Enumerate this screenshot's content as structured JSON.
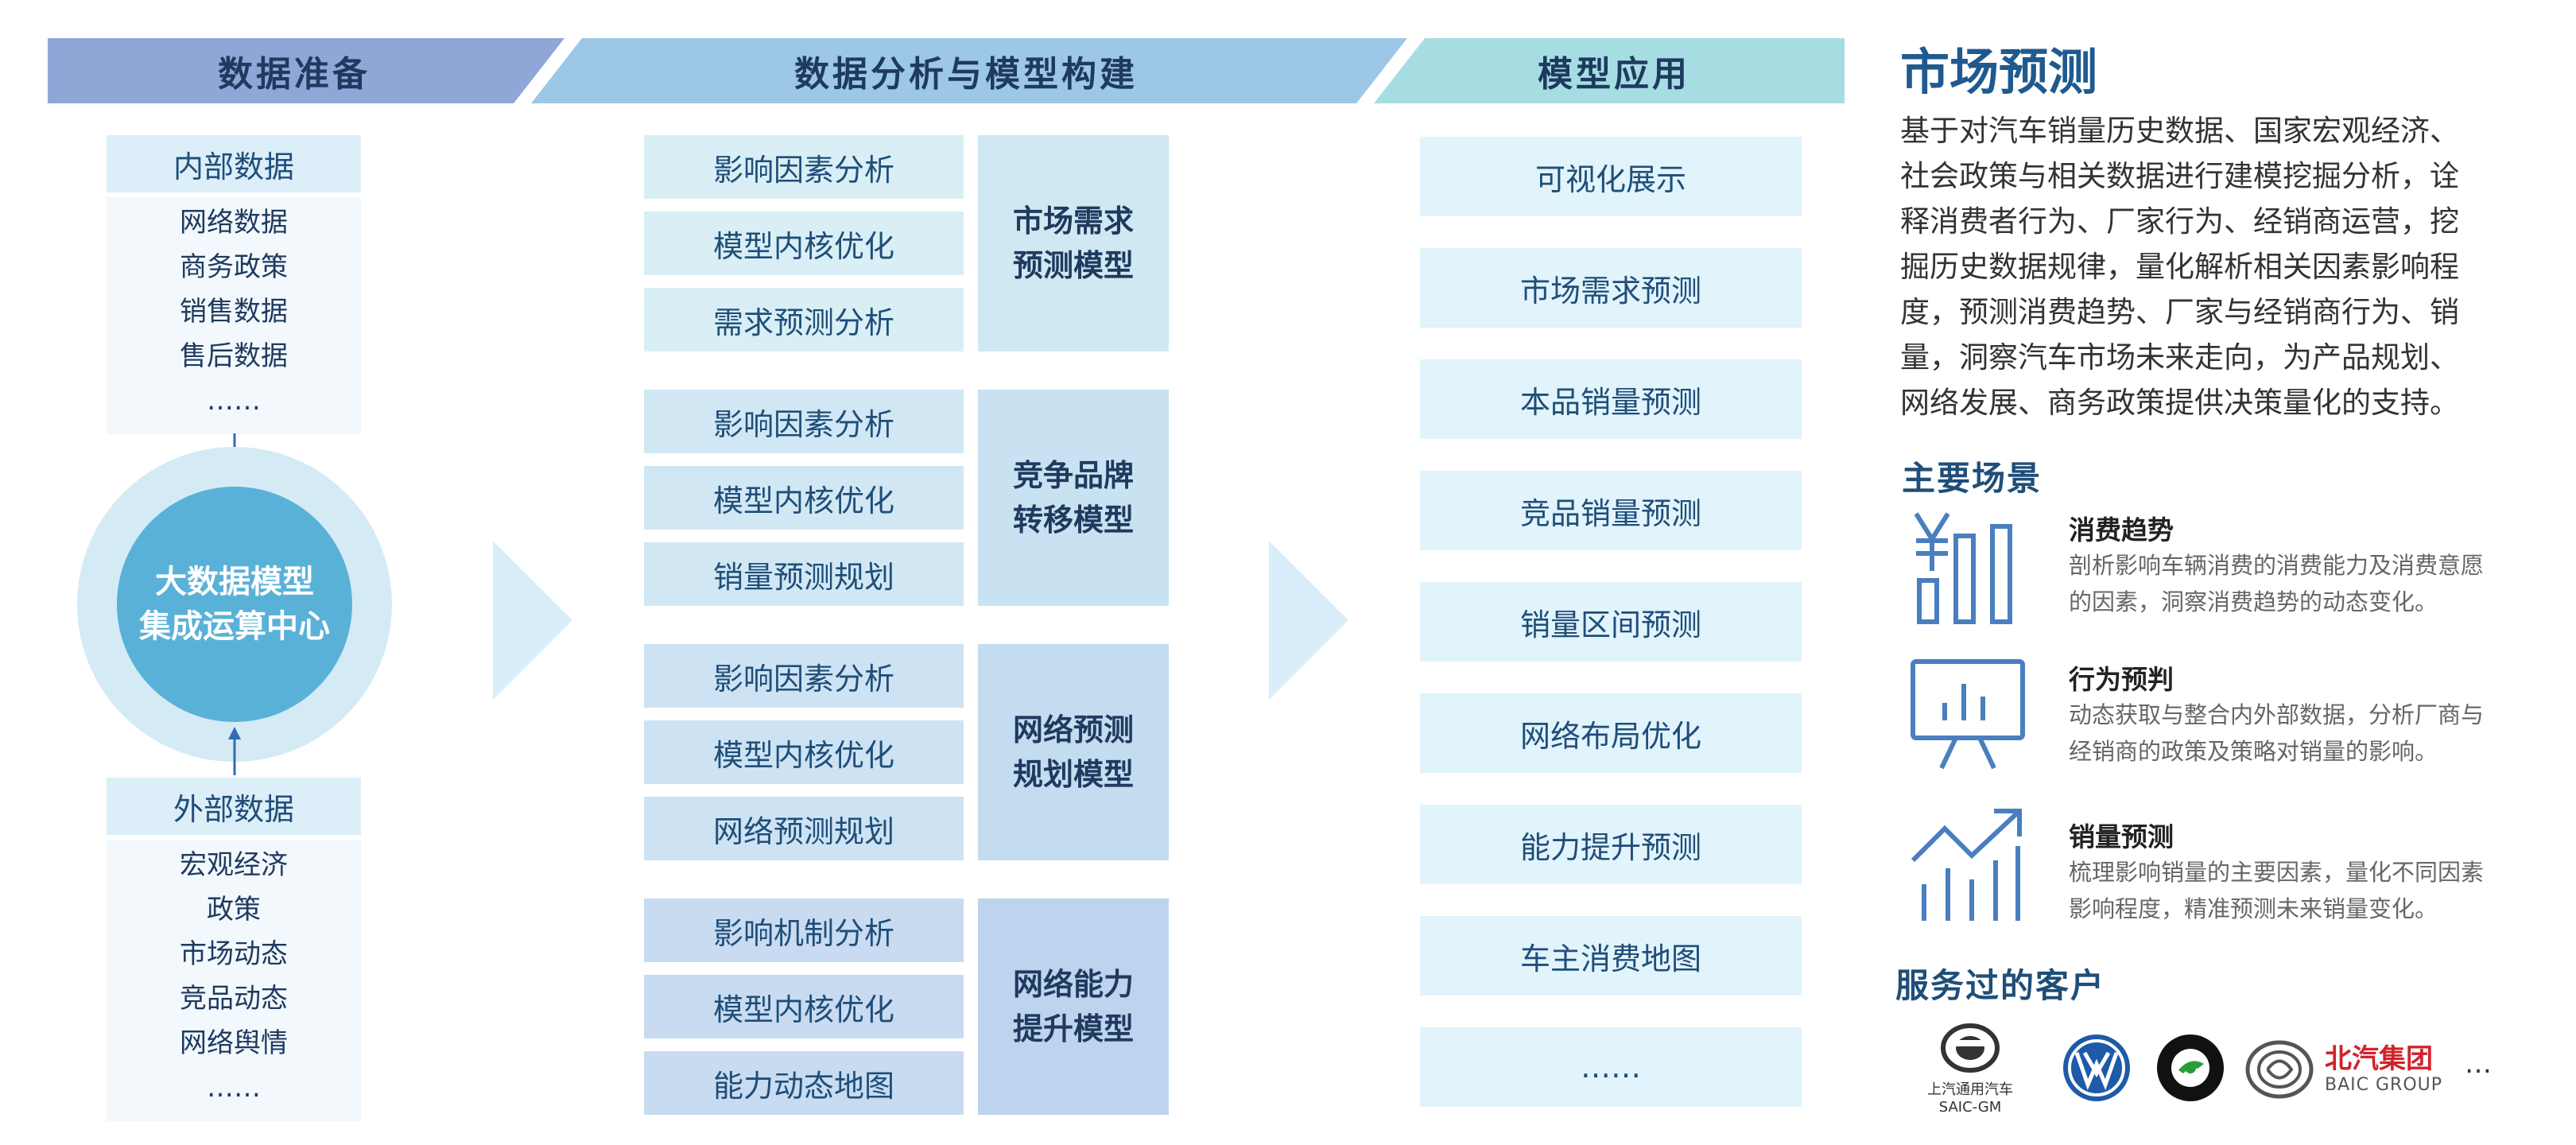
{
  "headers": {
    "prep": "数据准备",
    "analysis": "数据分析与模型构建",
    "application": "模型应用"
  },
  "data_prep": {
    "internal_title": "内部数据",
    "internal_items": [
      "网络数据",
      "商务政策",
      "销售数据",
      "售后数据",
      "……"
    ],
    "center": [
      "大数据模型",
      "集成运算中心"
    ],
    "external_title": "外部数据",
    "external_items": [
      "宏观经济",
      "政策",
      "市场动态",
      "竞品动态",
      "网络舆情",
      "……"
    ]
  },
  "analysis_groups": [
    {
      "steps": [
        "影响因素分析",
        "模型内核优化",
        "需求预测分析"
      ],
      "model": [
        "市场需求",
        "预测模型"
      ]
    },
    {
      "steps": [
        "影响因素分析",
        "模型内核优化",
        "销量预测规划"
      ],
      "model": [
        "竞争品牌",
        "转移模型"
      ]
    },
    {
      "steps": [
        "影响因素分析",
        "模型内核优化",
        "网络预测规划"
      ],
      "model": [
        "网络预测",
        "规划模型"
      ]
    },
    {
      "steps": [
        "影响机制分析",
        "模型内核优化",
        "能力动态地图"
      ],
      "model": [
        "网络能力",
        "提升模型"
      ]
    }
  ],
  "applications": [
    "可视化展示",
    "市场需求预测",
    "本品销量预测",
    "竞品销量预测",
    "销量区间预测",
    "网络布局优化",
    "能力提升预测",
    "车主消费地图",
    "……"
  ],
  "right": {
    "title": "市场预测",
    "paragraph_lines": [
      "基于对汽车销量历史数据、国家宏观经济、",
      "社会政策与相关数据进行建模挖掘分析，诠",
      "释消费者行为、厂家行为、经销商运营，挖",
      "掘历史数据规律，量化解析相关因素影响程",
      "度，预测消费趋势、厂家与经销商行为、销",
      "量，洞察汽车市场未来走向，为产品规划、",
      "网络发展、商务政策提供决策量化的支持。"
    ],
    "scenarios_title": "主要场景",
    "scenarios": [
      {
        "title": "消费趋势",
        "icon": "yen-bar-icon",
        "desc": [
          "剖析影响车辆消费的消费能力及消费意愿",
          "的因素，洞察消费趋势的动态变化。"
        ]
      },
      {
        "title": "行为预判",
        "icon": "presentation-chart-icon",
        "desc": [
          "动态获取与整合内外部数据，分析厂商与",
          "经销商的政策及策略对销量的影响。"
        ]
      },
      {
        "title": "销量预测",
        "icon": "trend-up-icon",
        "desc": [
          "梳理影响销量的主要因素，量化不同因素",
          "影响程度，精准预测未来销量变化。"
        ]
      }
    ],
    "clients_title": "服务过的客户",
    "clients": {
      "saic_gm": [
        "上汽通用汽车",
        "SAIC-GM"
      ],
      "vw": "VW",
      "skoda": "SKODA",
      "baic": [
        "北汽集团",
        "BAIC GROUP"
      ],
      "more": "…"
    }
  },
  "colors": {
    "header_prep": "#8fa7d6",
    "header_analysis": "#9cc7e6",
    "header_app": "#a6dde3",
    "box_light": "#dceef8",
    "model_box": "#c8e4f2",
    "center_circle": "#5ab1d8",
    "center_ring": "#d4ebf6"
  }
}
